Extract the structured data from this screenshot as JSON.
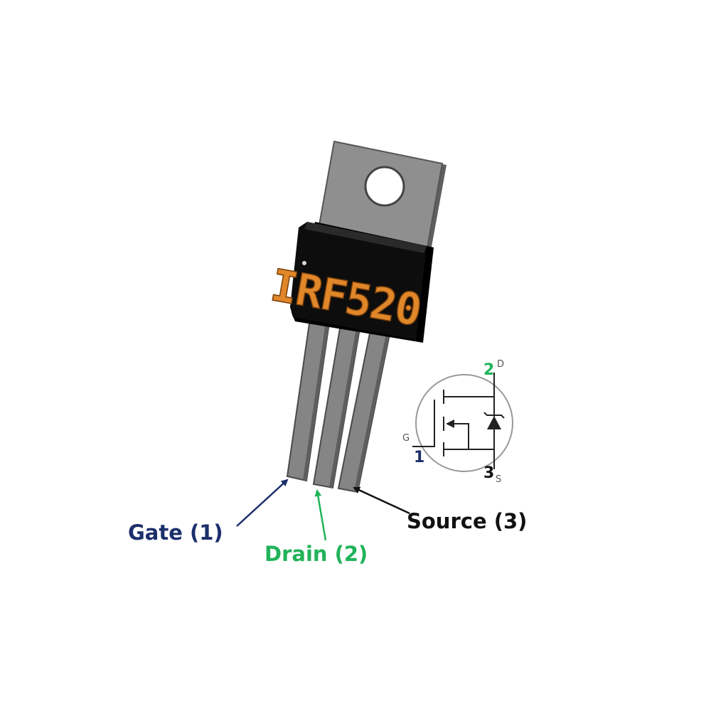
{
  "part_number": "IRF520",
  "colors": {
    "gate": "#1b2f6b",
    "drain": "#22b35a",
    "source": "#111111",
    "marking": "#e0872a",
    "package_body": "#0d0d0d",
    "metal_tab": "#8f8f8f",
    "leads": "#7f7f7f"
  },
  "pin_labels": {
    "gate": "Gate (1)",
    "drain": "Drain (2)",
    "source": "Source (3)"
  },
  "symbol": {
    "gate_letter": "G",
    "gate_number": "1",
    "drain_letter": "D",
    "drain_number": "2",
    "source_letter": "S",
    "source_number": "3"
  }
}
